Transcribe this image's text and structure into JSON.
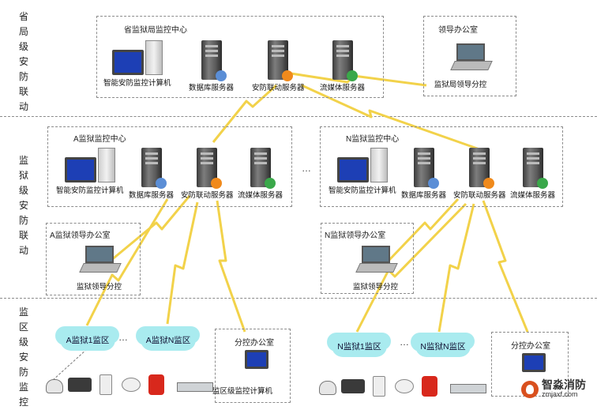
{
  "layers": [
    {
      "label": "省局级安防联动"
    },
    {
      "label": "监狱级安防联动"
    },
    {
      "label": "监区级安防监控"
    }
  ],
  "provincial": {
    "center_title": "省监狱局监控中心",
    "devices": [
      "智能安防监控计算机",
      "数据库服务器",
      "安防联动服务器",
      "流媒体服务器"
    ],
    "office_title": "领导办公室",
    "office_device": "监狱局领导分控"
  },
  "prisons": [
    {
      "center_title": "A监狱监控中心",
      "devices": [
        "智能安防监控计算机",
        "数据库服务器",
        "安防联动服务器",
        "流媒体服务器"
      ],
      "office_title": "A监狱领导办公室",
      "office_device": "监狱领导分控"
    },
    {
      "center_title": "N监狱监控中心",
      "devices": [
        "智能安防监控计算机",
        "数据库服务器",
        "安防联动服务器",
        "流媒体服务器"
      ],
      "office_title": "N监狱领导办公室",
      "office_device": "监狱领导分控"
    }
  ],
  "areas": [
    {
      "cloud1": "A监狱1监区",
      "cloud2": "A监狱N监区",
      "office_title": "分控办公室",
      "office_device": "监区级监控计算机"
    },
    {
      "cloud1": "N监狱1监区",
      "cloud2": "N监狱N监区",
      "office_title": "分控办公室",
      "office_device": ""
    }
  ],
  "ellipsis": "…",
  "watermark": {
    "name": "智淼消防",
    "url": "zmjaxf.com"
  },
  "colors": {
    "link": "#f2d24a",
    "cloud": "#a9ebef",
    "dash": "#8c8c8c"
  }
}
